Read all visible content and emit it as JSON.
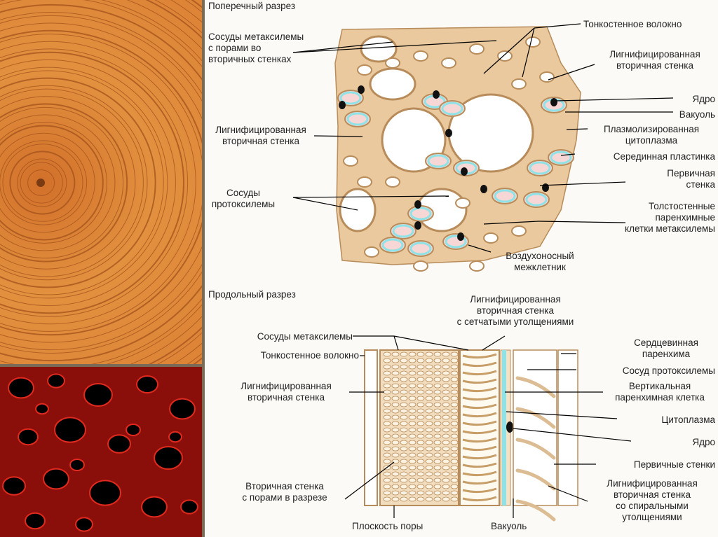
{
  "cross_section": {
    "title": "Поперечный разрез",
    "labels": {
      "metaxylem_vessels_1": "Сосуды метаксилемы",
      "metaxylem_vessels_2": "с порами во",
      "metaxylem_vessels_3": "вторичных стенках",
      "thin_fiber": "Тонкостенное волокно",
      "lign_wall_right_1": "Лигнифицированная",
      "lign_wall_right_2": "вторичная стенка",
      "nucleus": "Ядро",
      "vacuole": "Вакуоль",
      "plasmolyzed_1": "Плазмолизированная",
      "plasmolyzed_2": "цитоплазма",
      "middle_lamella": "Серединная пластинка",
      "primary_wall_1": "Первичная",
      "primary_wall_2": "стенка",
      "lign_wall_left_1": "Лигнифицированная",
      "lign_wall_left_2": "вторичная стенка",
      "protoxylem_1": "Сосуды",
      "protoxylem_2": "протоксилемы",
      "thick_parenchyma_1": "Толстостенные",
      "thick_parenchyma_2": "паренхимные",
      "thick_parenchyma_3": "клетки метаксилемы",
      "air_space_1": "Воздухоносный",
      "air_space_2": "межклетник"
    }
  },
  "long_section": {
    "title": "Продольный разрез",
    "labels": {
      "reticulate_1": "Лигнифицированная",
      "reticulate_2": "вторичная стенка",
      "reticulate_3": "с сетчатыми утолщениями",
      "metaxylem": "Сосуды метаксилемы",
      "thin_fiber": "Тонкостенное волокно",
      "lign_left_1": "Лигнифицированная",
      "lign_left_2": "вторичная стенка",
      "pith_1": "Сердцевинная",
      "pith_2": "паренхима",
      "protoxylem_vessel": "Сосуд протоксилемы",
      "vertical_par_1": "Вертикальная",
      "vertical_par_2": "паренхимная клетка",
      "cytoplasm": "Цитоплазма",
      "nucleus": "Ядро",
      "primary_walls": "Первичные стенки",
      "spiral_1": "Лигнифицированная",
      "spiral_2": "вторичная стенка",
      "spiral_3": "со спиральными",
      "spiral_4": "утолщениями",
      "pitted_1": "Вторичная стенка",
      "pitted_2": "с порами в разрезе",
      "pore_plane": "Плоскость поры",
      "vacuole": "Вакуоль"
    }
  },
  "colors": {
    "panel_bg": "#fbfaf6",
    "wood": "#e0893a",
    "wood_ring": "#a3521c",
    "cell_wall": "#e8c79a",
    "cell_wall_line": "#b88c5a",
    "cytoplasm": "#8fe3e6",
    "vacuole": "#f7d6d6",
    "nucleus": "#111111",
    "micrograph_red": "#c81a12",
    "frame": "#7a6a58"
  }
}
